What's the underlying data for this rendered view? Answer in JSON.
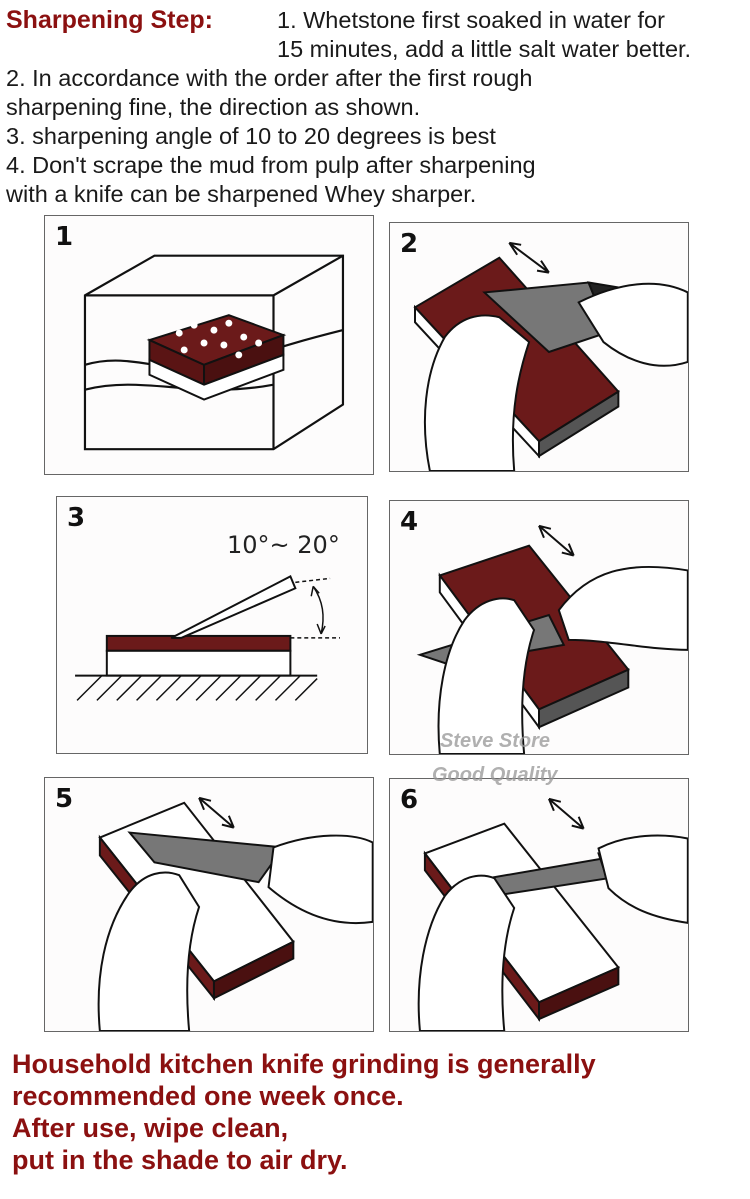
{
  "header": {
    "title": "Sharpening Step:",
    "lines": [
      "1. Whetstone first soaked in water for",
      "15 minutes, add a little salt water better.",
      "2. In accordance with the order after the first rough",
      "sharpening fine, the direction as shown.",
      "3. sharpening angle of 10 to 20 degrees is best",
      "4. Don't scrape the mud from pulp after sharpening",
      "with a knife can be sharpened Whey sharper."
    ]
  },
  "panels": [
    {
      "number": "1"
    },
    {
      "number": "2"
    },
    {
      "number": "3",
      "angle_label": "10°~ 20°"
    },
    {
      "number": "4"
    },
    {
      "number": "5"
    },
    {
      "number": "6"
    }
  ],
  "watermark": {
    "line1": "Steve Store",
    "line2": "Good Quality"
  },
  "footer": {
    "lines": [
      "Household kitchen knife grinding is generally",
      "recommended one week once.",
      "After use, wipe clean,",
      "put in the shade to air dry."
    ]
  },
  "colors": {
    "stone_red": "#6b1a1a",
    "text_red": "#8b1010"
  }
}
